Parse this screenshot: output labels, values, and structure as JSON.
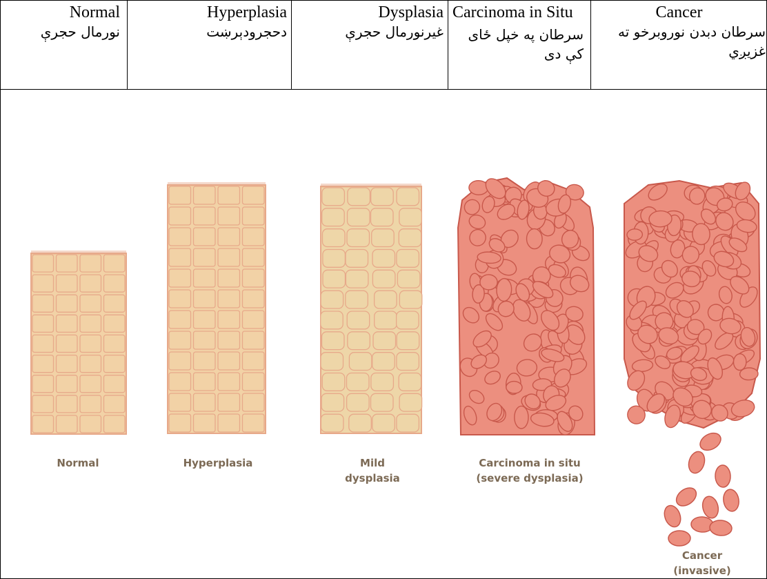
{
  "headers": [
    {
      "en": "Normal",
      "ps": "نورمال حجرې"
    },
    {
      "en": "Hyperplasia",
      "ps": "دحجرودېرښت"
    },
    {
      "en": "Dysplasia",
      "ps": "غیرنورمال حجرې"
    },
    {
      "en": "Carcinoma in Situ",
      "ps": "سرطان په خپل ځای کې دی"
    },
    {
      "en": "Cancer",
      "ps": "سرطان دبدن نوروبرخو ته غزیږي"
    }
  ],
  "figure": {
    "labels": [
      {
        "line1": "Normal",
        "line2": ""
      },
      {
        "line1": "Hyperplasia",
        "line2": ""
      },
      {
        "line1": "Mild",
        "line2": "dysplasia"
      },
      {
        "line1": "Carcinoma in situ",
        "line2": "(severe dysplasia)"
      },
      {
        "line1": "Cancer",
        "line2": "(invasive)"
      }
    ],
    "colors": {
      "normal_fill": "#f2d2a6",
      "normal_line": "#e7a98a",
      "dysplasia_fill": "#eed6a8",
      "cancer_fill": "#ec8f7f",
      "cancer_line": "#c8584b",
      "label_text": "#7c6a55"
    }
  }
}
